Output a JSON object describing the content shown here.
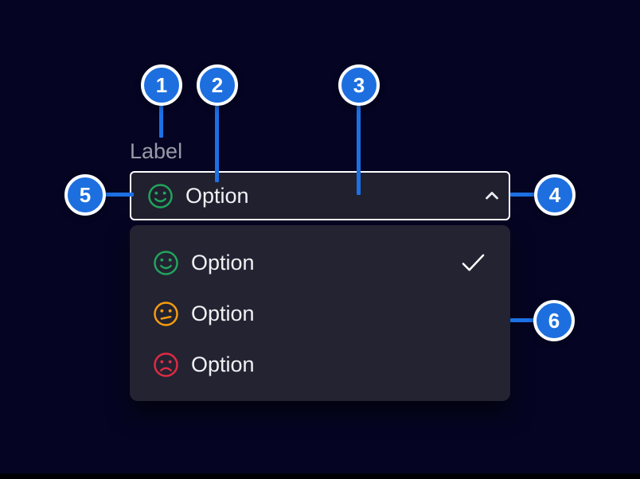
{
  "colors": {
    "page_background": "#050523",
    "surface": "#232332",
    "field_background": "#20202F",
    "field_border": "#FFFFFF",
    "accent_blue": "#1C70E4",
    "badge_blue": "#1D6FDF",
    "label_gray": "#9A99A8",
    "text_light": "#F1F1F4",
    "green": "#22A45B",
    "orange": "#F59B0E",
    "red": "#DF2B43",
    "white": "#FFFFFF"
  },
  "select": {
    "label": "Label",
    "value": "Option",
    "icon": "face-happy-icon",
    "icon_color": "#22A45B",
    "chevron_direction": "up"
  },
  "menu": {
    "items": [
      {
        "label": "Option",
        "icon": "face-happy-icon",
        "icon_color": "#22A45B",
        "selected": true
      },
      {
        "label": "Option",
        "icon": "face-neutral-icon",
        "icon_color": "#F59B0E",
        "selected": false
      },
      {
        "label": "Option",
        "icon": "face-sad-icon",
        "icon_color": "#DF2B43",
        "selected": false
      }
    ]
  },
  "callouts": [
    {
      "number": "1"
    },
    {
      "number": "2"
    },
    {
      "number": "3"
    },
    {
      "number": "4"
    },
    {
      "number": "5"
    },
    {
      "number": "6"
    }
  ]
}
